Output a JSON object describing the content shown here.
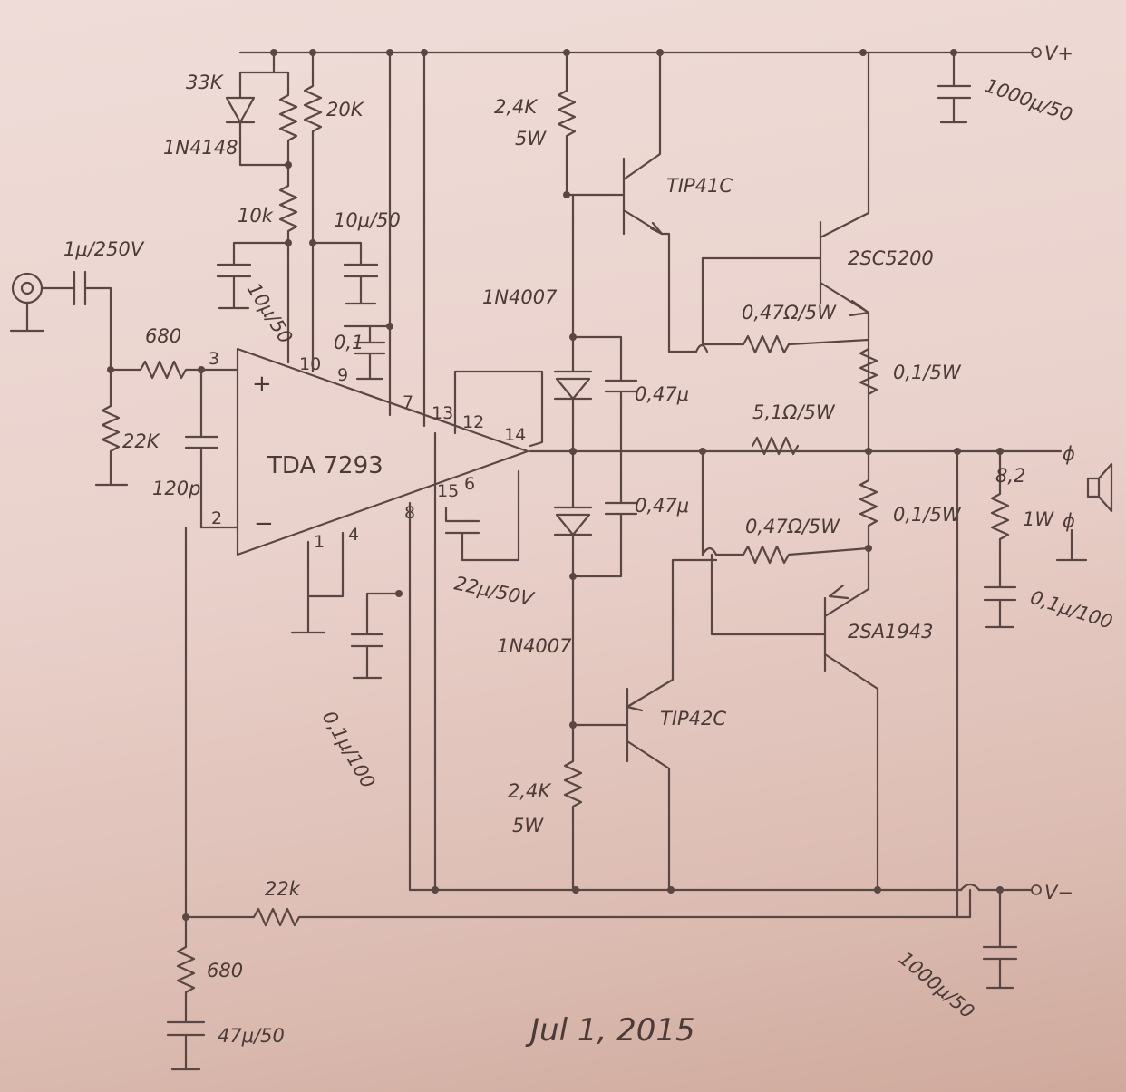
{
  "chip": {
    "name": "TDA 7293",
    "pins": [
      "3",
      "2",
      "10",
      "9",
      "7",
      "13",
      "12",
      "14",
      "15",
      "6",
      "8",
      "1",
      "4"
    ],
    "pin_plus": "+",
    "pin_minus": "−"
  },
  "rails": {
    "pos": "V+",
    "neg": "V−"
  },
  "labels": {
    "r_33k": "33K",
    "d_1n4148": "1N4148",
    "r_20k": "20K",
    "r_10k": "10k",
    "c_10u_a": "10μ/50",
    "c_10u_b": "10μ/50",
    "c_01_9": "0,1",
    "c_input": "1μ/250V",
    "r_680_in": "680",
    "r_22k_in": "22K",
    "c_120p": "120p",
    "r_2k4_top": "2,4K",
    "w_5w_top": "5W",
    "q_tip41c": "TIP41C",
    "d_1n4007_top": "1N4007",
    "c_047_top": "0,47μ",
    "c_047_bot": "0,47μ",
    "c_22u": "22μ/50V",
    "d_1n4007_bot": "1N4007",
    "q_tip42c": "TIP42C",
    "r_2k4_bot": "2,4K",
    "w_5w_bot": "5W",
    "c_01_100": "0,1μ/100",
    "q_2sc5200": "2SC5200",
    "r_047_top": "0,47Ω/5W",
    "r_01_top": "0,1/5W",
    "r_51": "5,1Ω/5W",
    "r_01_bot": "0,1/5W",
    "r_047_bot": "0,47Ω/5W",
    "q_2sa1943": "2SA1943",
    "r_82": "8,2",
    "r_82_w": "1W",
    "c_zobel": "0,1μ/100",
    "c_1000_top": "1000μ/50",
    "c_1000_bot": "1000μ/50",
    "out_symbol": "ɸ",
    "r_22k_fb": "22k",
    "r_680_fb": "680",
    "c_47u": "47μ/50"
  },
  "date": "Jul 1, 2015",
  "colors": {
    "paper": "#ecd6d1",
    "ink": "#5a4642"
  }
}
